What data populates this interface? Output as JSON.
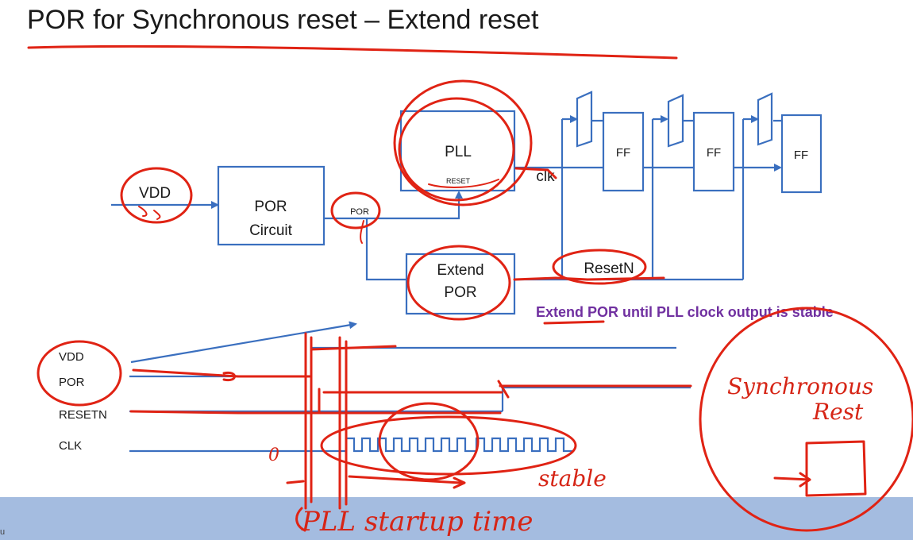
{
  "slide": {
    "title": "POR for Synchronous reset – Extend reset"
  },
  "blocks": {
    "vdd": "VDD",
    "por_circuit_line1": "POR",
    "por_circuit_line2": "Circuit",
    "por_tag": "POR",
    "pll": "PLL",
    "pll_reset_pin": "RESET",
    "extend_line1": "Extend",
    "extend_line2": "POR",
    "ff1": "FF",
    "ff2": "FF",
    "ff3": "FF"
  },
  "nets": {
    "clk": "clk",
    "resetn": "ResetN"
  },
  "note": "Extend POR until PLL clock output is stable",
  "waveforms": {
    "signals": [
      "VDD",
      "POR",
      "RESETN",
      "CLK"
    ]
  },
  "annotations": {
    "stable": "stable",
    "zero": "0",
    "pll_startup": "PLL startup time",
    "sync_line1": "Synchronous",
    "sync_line2": "Rest"
  },
  "footer": {
    "mark": "u"
  },
  "colors": {
    "wire": "#3a6fbf",
    "ink": "#e02314",
    "note": "#7030a0",
    "bottom_bar": "#a4bce0"
  }
}
